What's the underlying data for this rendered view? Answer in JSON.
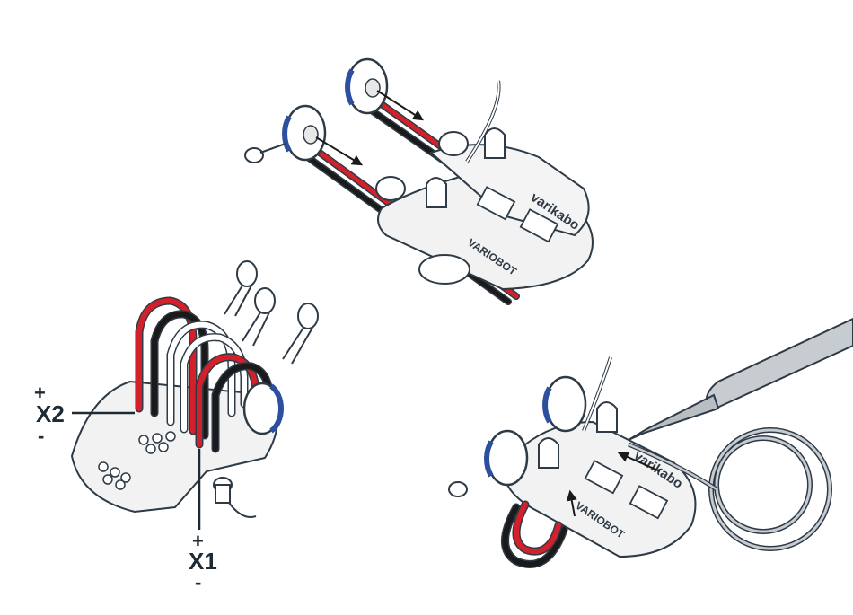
{
  "labels": {
    "x2": {
      "name": "X2",
      "plus": "+",
      "minus": "-"
    },
    "x1": {
      "name": "X1",
      "plus": "+",
      "minus": "-"
    }
  },
  "board_text": {
    "brand_top_1": "varikabo",
    "brand_top_2": "VARIOBOT",
    "brand_bottom_1": "varikabo",
    "brand_bottom_2": "VARIOBOT"
  },
  "colors": {
    "outline": "#2e3a46",
    "pcb": "#f2f2f2",
    "wire_red": "#d4202a",
    "wire_black": "#1a1a1a",
    "motor_blue": "#2c4f9e",
    "iron_gray": "#b9bec3"
  },
  "icons": [
    "soldering-iron-icon",
    "motor-icon",
    "led-icon",
    "transistor-icon",
    "switch-icon",
    "wire-icon",
    "arrow-icon"
  ]
}
